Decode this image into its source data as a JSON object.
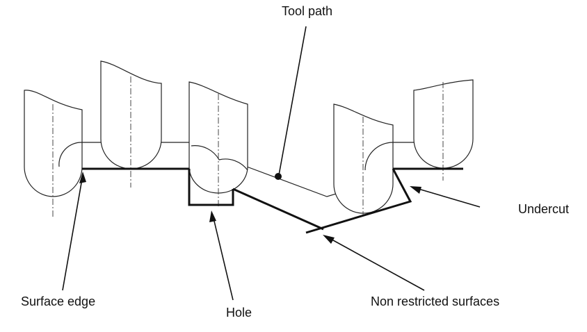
{
  "labels": {
    "tool_path": "Tool path",
    "undercut": "Undercut",
    "surface_edge": "Surface edge",
    "hole": "Hole",
    "non_restricted_surfaces": "Non restricted surfaces"
  },
  "colors": {
    "line": "#111111",
    "background": "#ffffff"
  }
}
